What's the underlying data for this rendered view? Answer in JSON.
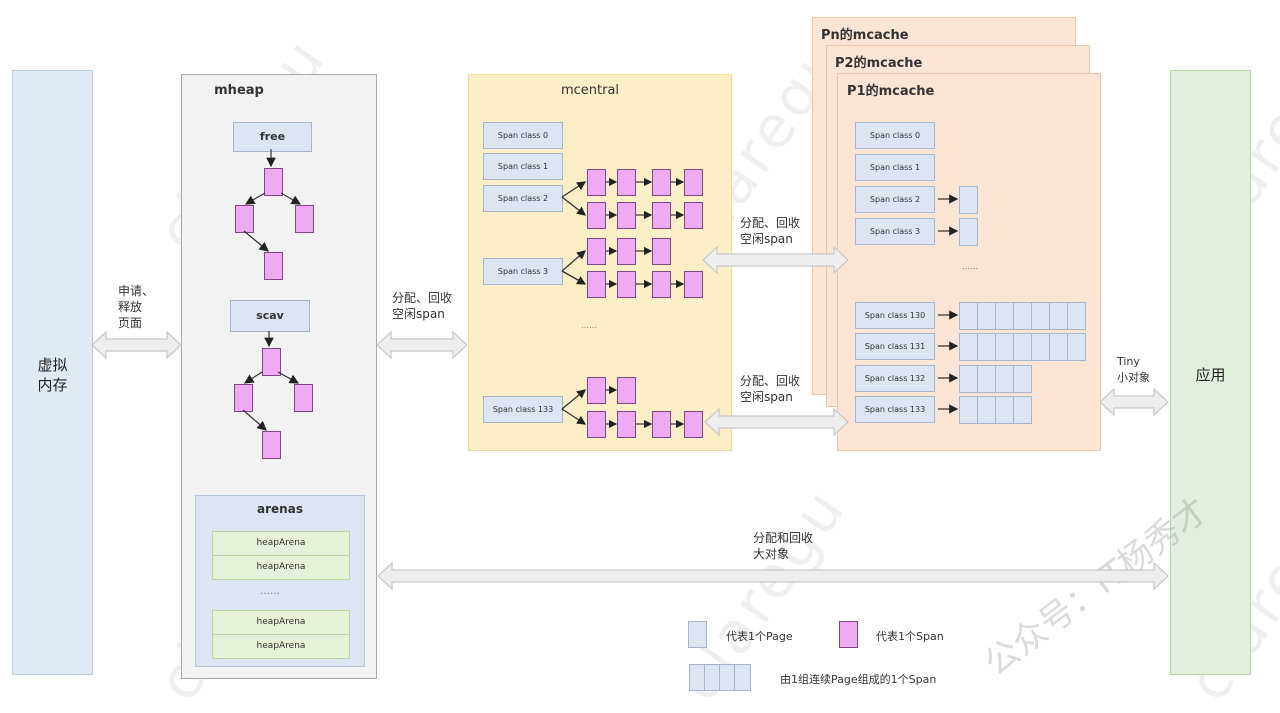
{
  "virtual_memory": {
    "label_line1": "虚拟",
    "label_line2": "内存"
  },
  "application": {
    "label": "应用"
  },
  "mheap": {
    "title": "mheap",
    "free_label": "free",
    "scav_label": "scav",
    "arenas": {
      "title": "arenas",
      "items": [
        "heapArena",
        "heapArena",
        "heapArena",
        "heapArena"
      ],
      "ellipsis": "……"
    }
  },
  "mcentral": {
    "title": "mcentral",
    "classes": [
      "Span class 0",
      "Span class 1",
      "Span class 2",
      "Span class 3",
      "Span class 133"
    ],
    "ellipsis": "……"
  },
  "mcache": {
    "titles": [
      "Pn的mcache",
      "P2的mcache",
      "P1的mcache"
    ],
    "classes": [
      "Span class 0",
      "Span class 1",
      "Span class 2",
      "Span class 3",
      "Span class 130",
      "Span class 131",
      "Span class 132",
      "Span class 133"
    ],
    "ellipsis": "……"
  },
  "arrows": {
    "vm_mheap": [
      "申请、",
      "释放",
      "页面"
    ],
    "mheap_mcentral": [
      "分配、回收",
      "空闲span"
    ],
    "mcentral_mcache_top": [
      "分配、回收",
      "空闲span"
    ],
    "mcentral_mcache_bottom": [
      "分配、回收",
      "空闲span"
    ],
    "mcache_app": [
      "Tiny",
      "小对象"
    ],
    "large_object": [
      "分配和回收",
      "大对象"
    ]
  },
  "legend": {
    "page": "代表1个Page",
    "span": "代表1个Span",
    "multi_page_span": "由1组连续Page组成的1个Span"
  },
  "watermarks": {
    "diagonal": "claregu",
    "account": "公众号：IT杨秀才"
  }
}
